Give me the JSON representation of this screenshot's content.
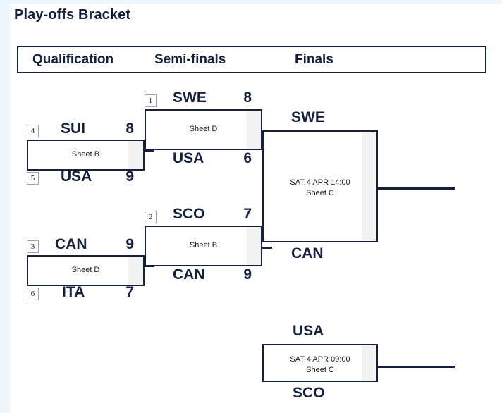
{
  "page": {
    "title": "Play-offs Bracket"
  },
  "stages": [
    {
      "label": "Qualification"
    },
    {
      "label": "Semi-finals"
    },
    {
      "label": "Finals"
    }
  ],
  "matches": {
    "qual1": {
      "info": "Sheet B",
      "top": {
        "seed": "4",
        "team": "SUI",
        "score": "8"
      },
      "bottom": {
        "seed": "5",
        "team": "USA",
        "score": "9"
      }
    },
    "qual2": {
      "info": "Sheet D",
      "top": {
        "seed": "3",
        "team": "CAN",
        "score": "9"
      },
      "bottom": {
        "seed": "6",
        "team": "ITA",
        "score": "7"
      }
    },
    "semi1": {
      "info": "Sheet D",
      "top": {
        "seed": "1",
        "team": "SWE",
        "score": "8"
      },
      "bottom": {
        "seed": "",
        "team": "USA",
        "score": "6"
      }
    },
    "semi2": {
      "info": "Sheet B",
      "top": {
        "seed": "2",
        "team": "SCO",
        "score": "7"
      },
      "bottom": {
        "seed": "",
        "team": "CAN",
        "score": "9"
      }
    },
    "final": {
      "info": "SAT 4 APR 14:00\nSheet C",
      "top": {
        "seed": "",
        "team": "SWE",
        "score": ""
      },
      "bottom": {
        "seed": "",
        "team": "CAN",
        "score": ""
      }
    },
    "bronze": {
      "info": "SAT 4 APR 09:00\nSheet C",
      "top": {
        "seed": "",
        "team": "USA",
        "score": ""
      },
      "bottom": {
        "seed": "",
        "team": "SCO",
        "score": ""
      }
    }
  },
  "colors": {
    "ink": "#15203f",
    "shade": "#f2f2f2",
    "strip": "#eef6fd"
  }
}
